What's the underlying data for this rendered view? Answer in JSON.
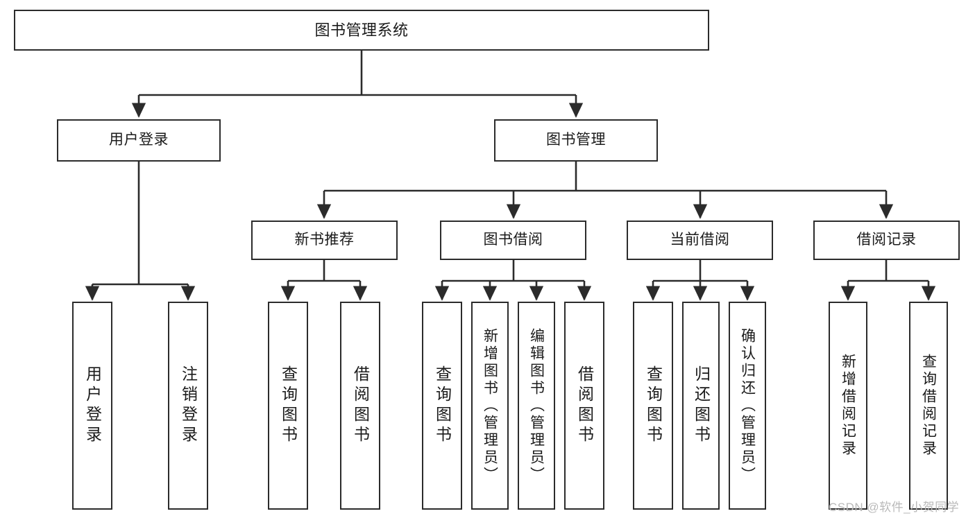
{
  "diagram": {
    "type": "tree-hierarchy",
    "title": "图书管理系统",
    "levels": 4,
    "edge_color": "#2b2b2b",
    "node_border_color": "#2b2b2b",
    "node_fill_color": "#ffffff",
    "background_color": "#ffffff",
    "watermark": "CSDN @软件_小贺同学"
  },
  "nodes": {
    "root": {
      "label": "图书管理系统",
      "level": 0
    },
    "level2": [
      {
        "id": "user-login",
        "label": "用户登录"
      },
      {
        "id": "book-manage",
        "label": "图书管理"
      }
    ],
    "level3": [
      {
        "id": "new-book-recommend",
        "label": "新书推荐",
        "parent": "book-manage"
      },
      {
        "id": "book-borrow",
        "label": "图书借阅",
        "parent": "book-manage"
      },
      {
        "id": "current-borrow",
        "label": "当前借阅",
        "parent": "book-manage"
      },
      {
        "id": "borrow-record",
        "label": "借阅记录",
        "parent": "book-manage"
      }
    ],
    "leaves": [
      {
        "id": "leaf-user-login",
        "label": "用户登录",
        "parent": "user-login"
      },
      {
        "id": "leaf-logout",
        "label": "注销登录",
        "parent": "user-login"
      },
      {
        "id": "leaf-query-book-1",
        "label": "查询图书",
        "parent": "new-book-recommend"
      },
      {
        "id": "leaf-borrow-book-1",
        "label": "借阅图书",
        "parent": "new-book-recommend"
      },
      {
        "id": "leaf-query-book-2",
        "label": "查询图书",
        "parent": "book-borrow"
      },
      {
        "id": "leaf-add-book",
        "label": "新增图书（管理员）",
        "parent": "book-borrow"
      },
      {
        "id": "leaf-edit-book",
        "label": "编辑图书（管理员）",
        "parent": "book-borrow"
      },
      {
        "id": "leaf-borrow-book-2",
        "label": "借阅图书",
        "parent": "book-borrow"
      },
      {
        "id": "leaf-query-book-3",
        "label": "查询图书",
        "parent": "current-borrow"
      },
      {
        "id": "leaf-return-book",
        "label": "归还图书",
        "parent": "current-borrow"
      },
      {
        "id": "leaf-confirm-return",
        "label": "确认归还（管理员）",
        "parent": "current-borrow"
      },
      {
        "id": "leaf-add-record",
        "label": "新增借阅记录",
        "parent": "borrow-record"
      },
      {
        "id": "leaf-query-record",
        "label": "查询借阅记录",
        "parent": "borrow-record"
      }
    ]
  }
}
